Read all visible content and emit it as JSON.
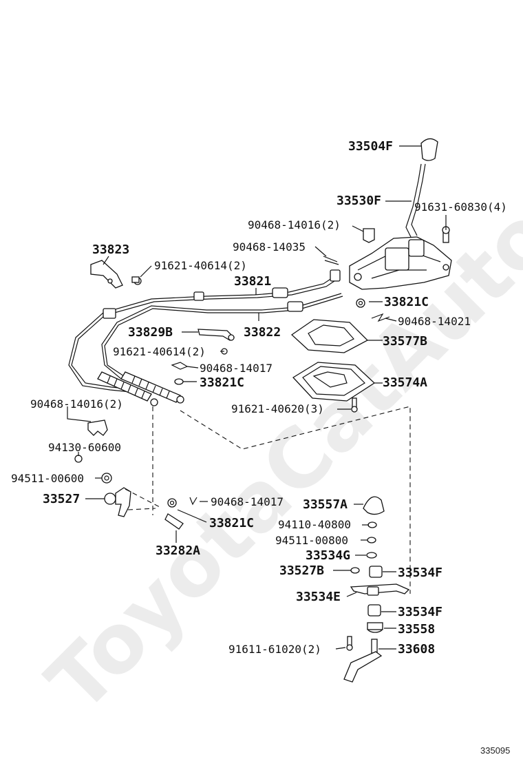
{
  "watermark": "ToyotaCatAuto.ru",
  "diagram_code": "335095",
  "callouts": {
    "c1": "33504F",
    "c2": "33530F",
    "c3": "91631-60830(4)",
    "c4": "90468-14016(2)",
    "c5": "90468-14035",
    "c6": "33823",
    "c7": "91621-40614(2)",
    "c8": "33821",
    "c9": "33821C",
    "c10": "90468-14021",
    "c11": "33829B",
    "c12": "33822",
    "c13": "33577B",
    "c14": "91621-40614(2)",
    "c15": "90468-14017",
    "c16": "33821C",
    "c17": "33574A",
    "c18": "90468-14016(2)",
    "c19": "91621-40620(3)",
    "c20": "94130-60600",
    "c21": "94511-00600",
    "c22": "33527",
    "c23": "90468-14017",
    "c24": "33557A",
    "c25": "33821C",
    "c26": "94110-40800",
    "c27": "94511-00800",
    "c28": "33282A",
    "c29": "33534G",
    "c30": "33527B",
    "c31": "33534F",
    "c32": "33534E",
    "c33": "33534F",
    "c34": "33558",
    "c35": "91611-61020(2)",
    "c36": "33608"
  }
}
